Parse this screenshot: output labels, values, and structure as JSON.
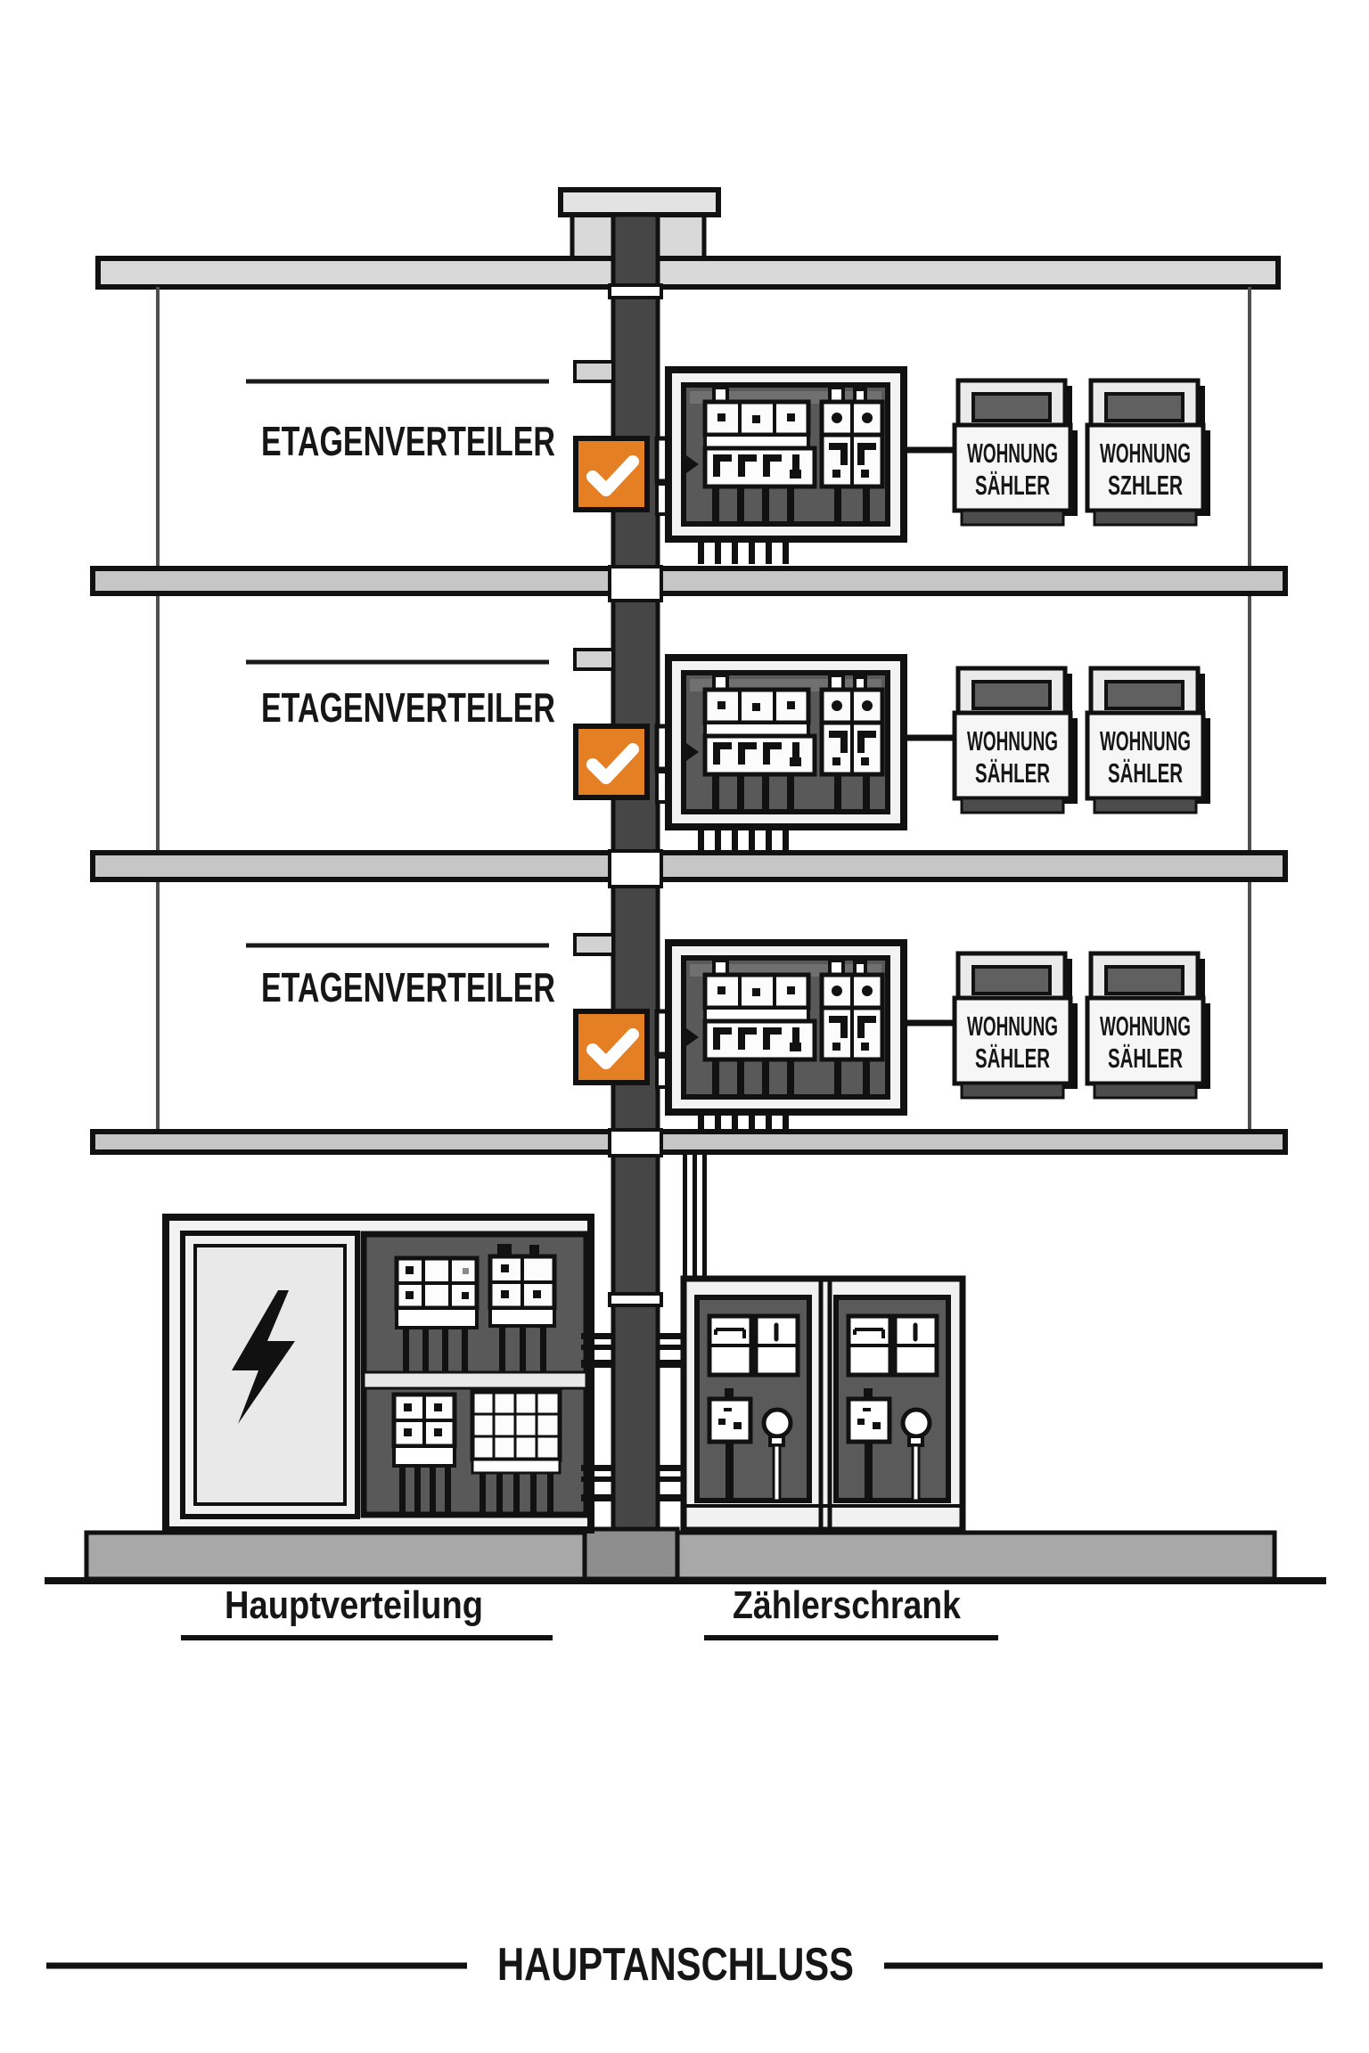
{
  "diagram": {
    "floors": [
      {
        "label": "ETAGENVERTEILER",
        "meters": [
          {
            "line1": "WOHNUNG",
            "line2": "SÄHLER"
          },
          {
            "line1": "WOHNUNG",
            "line2": "SZHLER"
          }
        ]
      },
      {
        "label": "ETAGENVERTEILER",
        "meters": [
          {
            "line1": "WOHNUNG",
            "line2": "SÄHLER"
          },
          {
            "line1": "WOHNUNG",
            "line2": "SÄHLER"
          }
        ]
      },
      {
        "label": "ETAGENVERTEILER",
        "meters": [
          {
            "line1": "WOHNUNG",
            "line2": "SÄHLER"
          },
          {
            "line1": "WOHNUNG",
            "line2": "SÄHLER"
          }
        ]
      }
    ],
    "ground": {
      "main_distribution_label": "Hauptverteilung",
      "meter_cabinet_label": "Zählerschrank"
    },
    "footer": {
      "main_connection_label": "HAUPTANSCHLUSS"
    }
  },
  "icons": {
    "check_icon": "✓",
    "lightning_icon": "⚡"
  },
  "colors": {
    "accent_orange": "#E57F24",
    "riser_gray": "#464646",
    "panel_gray": "#595959",
    "slab_gray": "#C6C6C6",
    "roof_gray": "#D8D8D8",
    "ground_gray": "#A8A8A8",
    "outline_black": "#111111"
  }
}
